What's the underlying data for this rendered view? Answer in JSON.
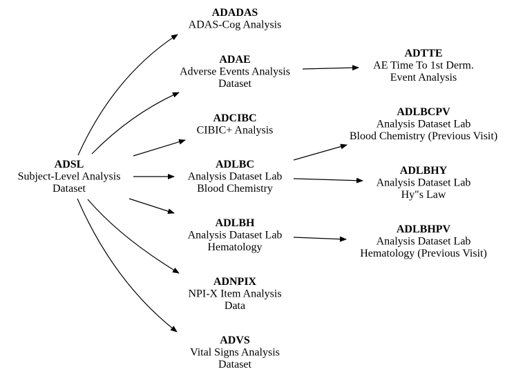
{
  "nodes": {
    "adsl": {
      "title": "ADSL",
      "lines": [
        "Subject-Level Analysis",
        "Dataset"
      ]
    },
    "adadas": {
      "title": "ADADAS",
      "lines": [
        "ADAS-Cog Analysis"
      ]
    },
    "adae": {
      "title": "ADAE",
      "lines": [
        "Adverse Events Analysis",
        "Dataset"
      ]
    },
    "adcibc": {
      "title": "ADCIBC",
      "lines": [
        "CIBIC+ Analysis"
      ]
    },
    "adlbc": {
      "title": "ADLBC",
      "lines": [
        "Analysis Dataset Lab",
        "Blood Chemistry"
      ]
    },
    "adlbh": {
      "title": "ADLBH",
      "lines": [
        "Analysis Dataset Lab",
        "Hematology"
      ]
    },
    "adnpix": {
      "title": "ADNPIX",
      "lines": [
        "NPI-X Item Analysis",
        "Data"
      ]
    },
    "advs": {
      "title": "ADVS",
      "lines": [
        "Vital Signs Analysis",
        "Dataset"
      ]
    },
    "adtte": {
      "title": "ADTTE",
      "lines": [
        "AE Time To 1st Derm.",
        "Event Analysis"
      ]
    },
    "adlbcpv": {
      "title": "ADLBCPV",
      "lines": [
        "Analysis Dataset Lab",
        "Blood Chemistry (Previous Visit)"
      ]
    },
    "adlbhy": {
      "title": "ADLBHY",
      "lines": [
        "Analysis Dataset Lab",
        "Hy\"s Law"
      ]
    },
    "adlbhpv": {
      "title": "ADLBHPV",
      "lines": [
        "Analysis Dataset Lab",
        "Hematology (Previous Visit)"
      ]
    }
  },
  "edges": [
    {
      "from": "adsl",
      "to": "adadas"
    },
    {
      "from": "adsl",
      "to": "adae"
    },
    {
      "from": "adsl",
      "to": "adcibc"
    },
    {
      "from": "adsl",
      "to": "adlbc"
    },
    {
      "from": "adsl",
      "to": "adlbh"
    },
    {
      "from": "adsl",
      "to": "adnpix"
    },
    {
      "from": "adsl",
      "to": "advs"
    },
    {
      "from": "adae",
      "to": "adtte"
    },
    {
      "from": "adlbc",
      "to": "adlbcpv"
    },
    {
      "from": "adlbc",
      "to": "adlbhy"
    },
    {
      "from": "adlbh",
      "to": "adlbhpv"
    }
  ]
}
